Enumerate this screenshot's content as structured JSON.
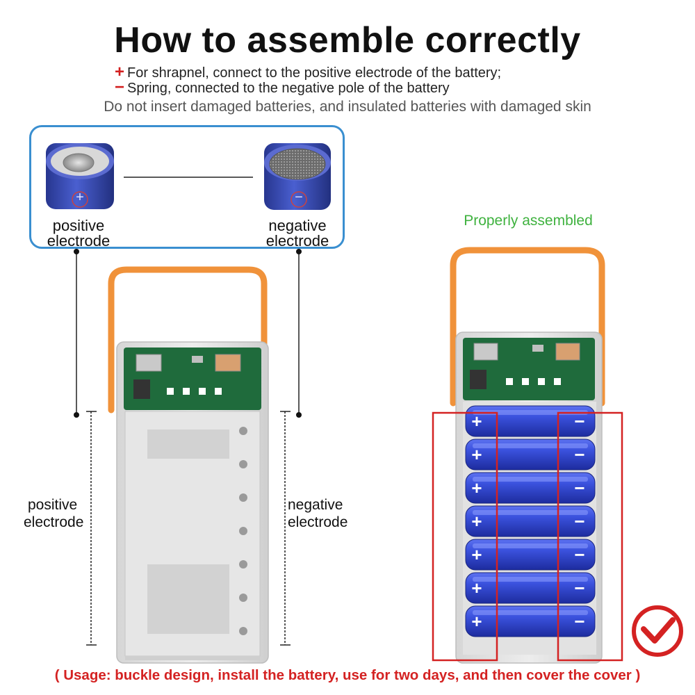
{
  "title": "How to assemble correctly",
  "legend": {
    "plus_symbol": "+",
    "plus_text": "For shrapnel, connect to the positive electrode of the battery;",
    "minus_symbol": "−",
    "minus_text": "Spring, connected to the negative pole of the battery"
  },
  "note": "Do not insert damaged batteries, and insulated batteries with damaged skin",
  "detail": {
    "positive_label_1": "positive",
    "positive_label_2": "electrode",
    "negative_label_1": "negative",
    "negative_label_2": "electrode",
    "plus_mark": "+",
    "minus_mark": "−"
  },
  "left_case": {
    "positive_label_1": "positive",
    "positive_label_2": "electrode",
    "negative_label_1": "negative",
    "negative_label_2": "electrode"
  },
  "right_case": {
    "status": "Properly assembled",
    "battery_plus": "+",
    "battery_minus": "−",
    "battery_count": 7
  },
  "usage": "( Usage: buckle design, install the battery, use for two days, and then cover the cover )",
  "colors": {
    "handle": "#f0923a",
    "battery": "#2f45c8",
    "pcb": "#1f6b3c",
    "accent_red": "#d42222",
    "status_green": "#3fb23f",
    "panel_border": "#3a8fd0"
  }
}
